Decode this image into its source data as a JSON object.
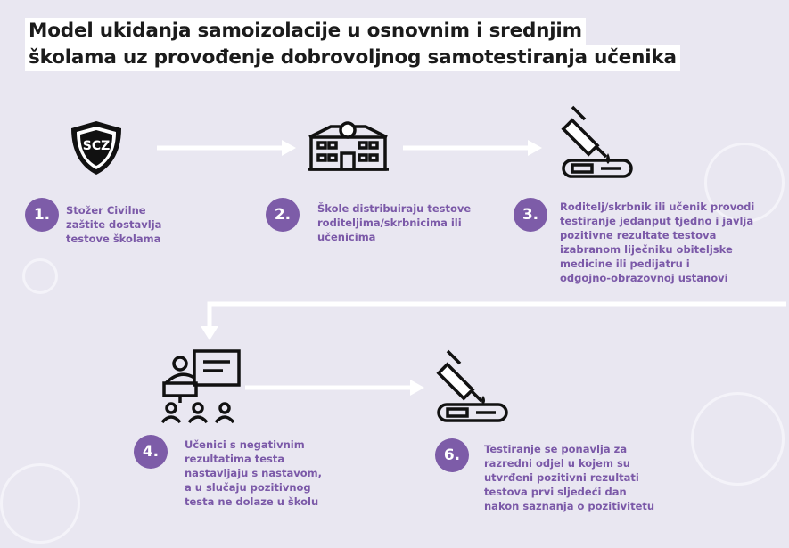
{
  "title": [
    "Model ukidanja samoizolacije u osnovnim i srednjim",
    "školama uz provođenje dobrovoljnog samotestiranja učenika"
  ],
  "shield_label": "SCZ",
  "steps": [
    {
      "number": "1.",
      "text": "Stožer Civilne\nzaštite dostavlja\ntestove školama",
      "icon": "shield-icon"
    },
    {
      "number": "2.",
      "text": "Škole distribuiraju testove\nroditeljima/skrbnicima ili\nučenicima",
      "icon": "school-icon"
    },
    {
      "number": "3.",
      "text": "Roditelj/skrbnik ili učenik provodi\ntestiranje jedanput tjedno i javlja\npozitivne rezultate testova\nizabranom liječniku obiteljske\nmedicine ili pedijatru i\nodgojno-obrazovnoj ustanovi",
      "icon": "test-dropper-icon"
    },
    {
      "number": "4.",
      "text": "Učenici s negativnim\nrezultatima testa\nnastavljaju s nastavom,\na u slučaju pozitivnog\ntesta ne dolaze u školu",
      "icon": "classroom-icon"
    },
    {
      "number": "6.",
      "text": "Testiranje se ponavlja za\nrazredni odjel u kojem su\nutvrđeni pozitivni rezultati\ntestova prvi sljedeći dan\nnakon saznanja o pozitivitetu",
      "icon": "test-dropper-icon"
    }
  ],
  "colors": {
    "background": "#e9e7f1",
    "accent": "#7d5ca8",
    "text": "#7b59a8"
  }
}
